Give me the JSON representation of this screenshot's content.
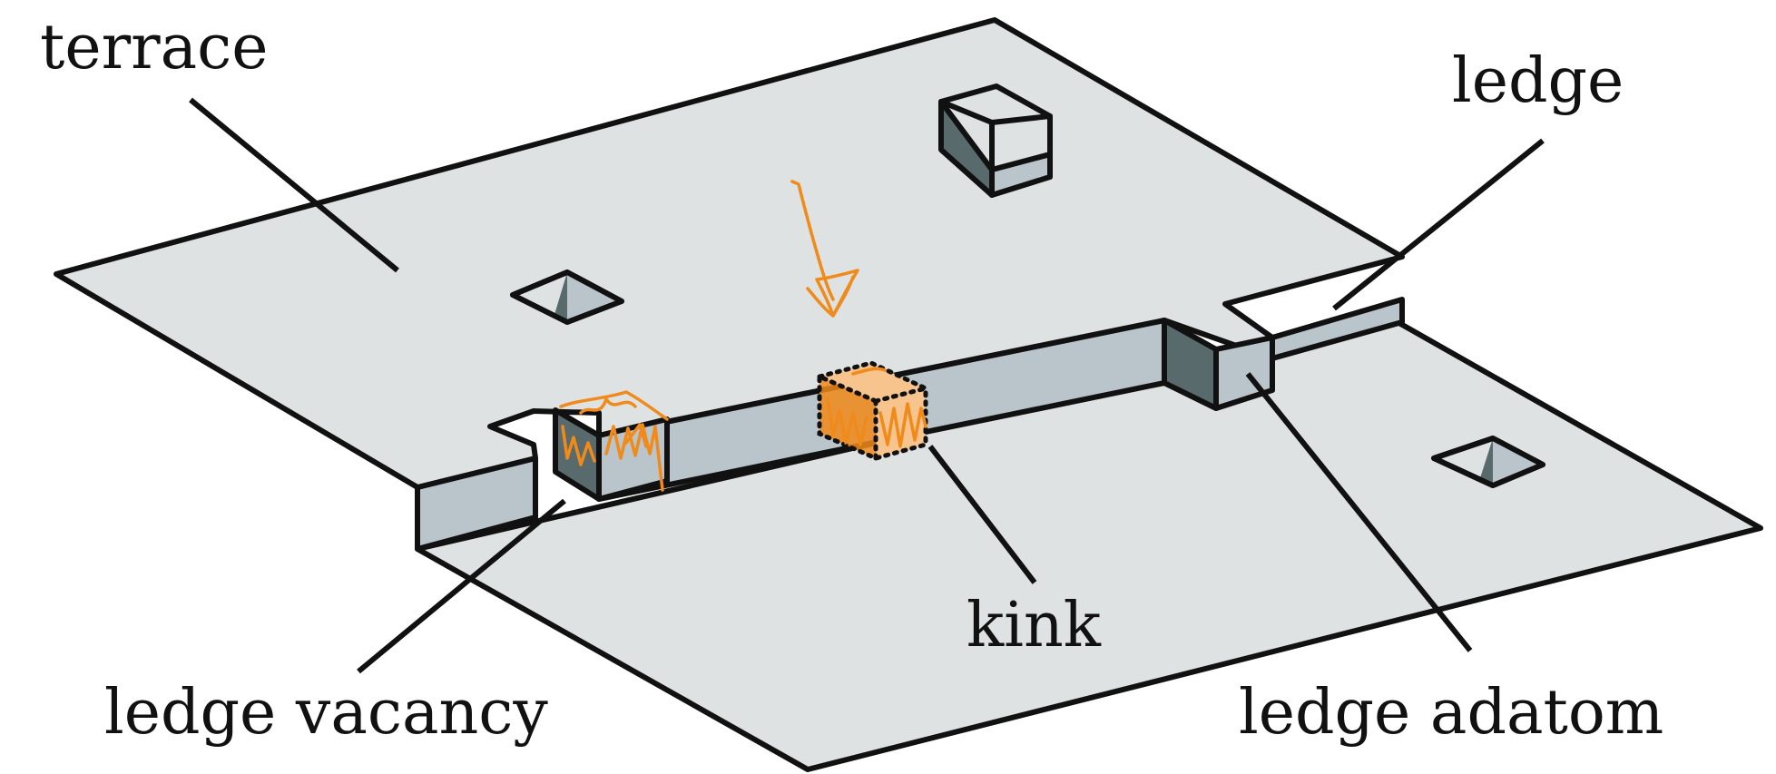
{
  "labels": {
    "terrace": "terrace",
    "ledge": "ledge",
    "ledge_vacancy": "ledge vacancy",
    "kink": "kink",
    "ledge_adatom": "ledge adatom"
  },
  "colors": {
    "terrace_fill": "#dfe2e3",
    "step_face": "#b9c4cb",
    "shadow_face": "#586a6b",
    "outline": "#111111",
    "annotation": "#f08a1a",
    "kink_fill": "#f6c48c"
  }
}
